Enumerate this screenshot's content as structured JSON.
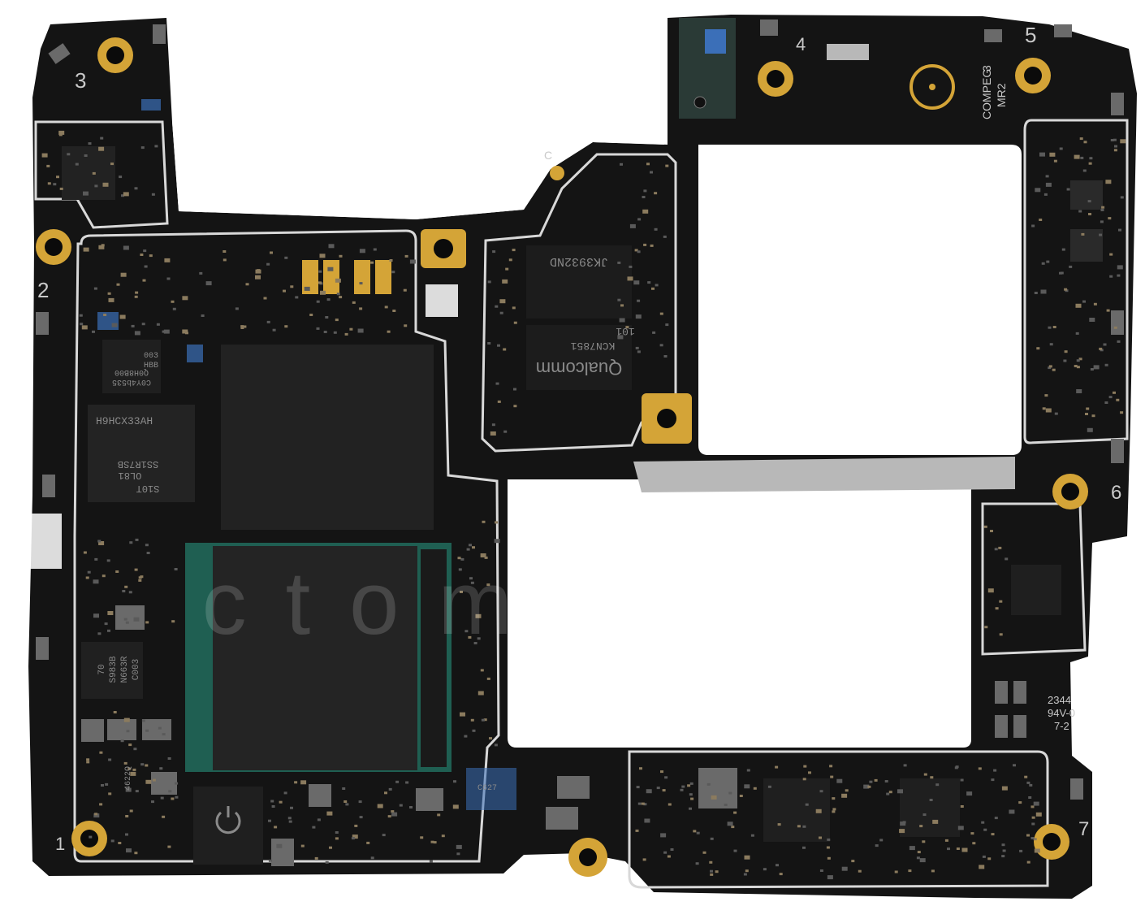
{
  "hole_numbers": [
    "1",
    "2",
    "3",
    "4",
    "5",
    "6",
    "7"
  ],
  "chip_markings": {
    "modem_top": "JK3932ND",
    "modem_bottom_line1": "KCN7851",
    "modem_bottom_line2": "101",
    "qualcomm_logo_text": "Qualcomm",
    "memory_label": "H9HCX33AH",
    "memory_sub1": "OL81",
    "memory_sub2": "SS1R7SB",
    "memory_sub3": "S10T",
    "small_chip1": "003",
    "small_chip2": "HBB",
    "small_chip3": "C0Y4b535",
    "small_chip4": "Q0H8B00",
    "pmic_label1": "S983B",
    "pmic_label2": "N663R",
    "pmic_label3": "70",
    "pmic_label4": "C003",
    "rf_label": "C627",
    "chip_small5": "4622Q"
  },
  "silkscreen": {
    "compeg_line1": "COMPEG",
    "compeg_line2": "3",
    "compeg_line3": "MR2",
    "code_line1": "2344",
    "code_line2": "94V-0",
    "code_line3": "7-2",
    "c_mark": "C"
  },
  "watermark": {
    "text": "ctomobile"
  },
  "colors": {
    "background": "#ffffff",
    "pcb": "#141414",
    "shield_outline": "#d8d8d8",
    "gold": "#d4a437",
    "soc_edge": "#1f5f52",
    "connector": "#b8b8b8",
    "component_grey": "#6a6a6a",
    "blue_component": "#3b6fb8"
  }
}
